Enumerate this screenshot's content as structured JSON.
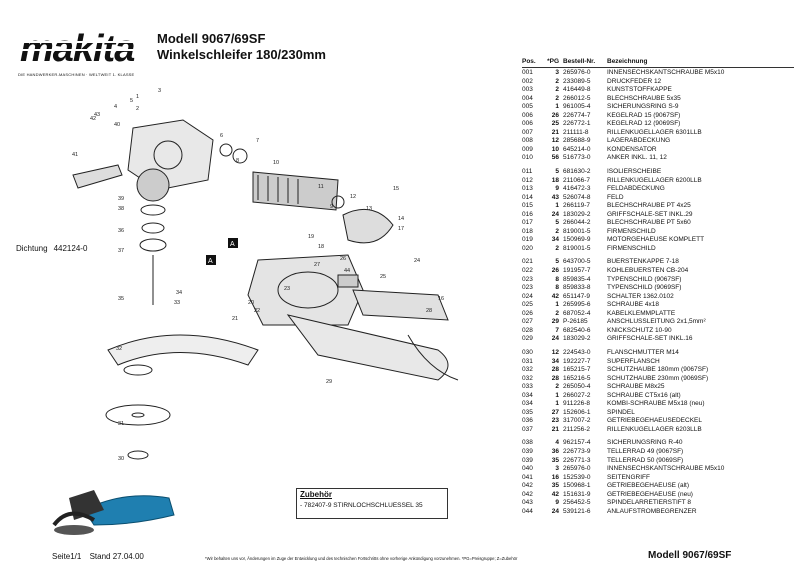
{
  "header": {
    "brand": "makita",
    "slogan": "DIE HANDWERKER-MASCHINEN · WELTWEIT 1. KLASSE",
    "model_title": "Modell 9067/69SF",
    "subtitle": "Winkelschleifer 180/230mm"
  },
  "table": {
    "headers": [
      "Pos.",
      "*PG",
      "Bestell-Nr.",
      "Bezeichnung"
    ],
    "rows": [
      [
        "001",
        "3",
        "265976-0",
        "INNENSECHSKANTSCHRAUBE M5x10"
      ],
      [
        "002",
        "2",
        "233089-5",
        "DRUCKFEDER 12"
      ],
      [
        "003",
        "2",
        "416449-8",
        "KUNSTSTOFFKAPPE"
      ],
      [
        "004",
        "2",
        "266012-5",
        "BLECHSCHRAUBE 5x35"
      ],
      [
        "005",
        "1",
        "961005-4",
        "SICHERUNGSRING S-9"
      ],
      [
        "006",
        "26",
        "226774-7",
        "KEGELRAD 15  (9067SF)"
      ],
      [
        "006",
        "25",
        "226772-1",
        "KEGELRAD 12  (9069SF)"
      ],
      [
        "007",
        "21",
        "211111-8",
        "RILLENKUGELLAGER 6301LLB"
      ],
      [
        "008",
        "12",
        "285688-9",
        "LAGERABDECKUNG"
      ],
      [
        "009",
        "10",
        "645214-0",
        "KONDENSATOR"
      ],
      [
        "010",
        "56",
        "516773-0",
        "ANKER INKL. 11, 12"
      ],
      [
        "011",
        "5",
        "681630-2",
        "ISOLIERSCHEIBE"
      ],
      [
        "012",
        "18",
        "211066-7",
        "RILLENKUGELLAGER 6200LLB"
      ],
      [
        "013",
        "9",
        "416472-3",
        "FELDABDECKUNG"
      ],
      [
        "014",
        "43",
        "526074-8",
        "FELD"
      ],
      [
        "015",
        "1",
        "266119-7",
        "BLECHSCHRAUBE PT 4x25"
      ],
      [
        "016",
        "24",
        "183029-2",
        "GRIFFSCHALE-SET INKL.29"
      ],
      [
        "017",
        "5",
        "266044-2",
        "BLECHSCHRAUBE PT 5x60"
      ],
      [
        "018",
        "2",
        "819001-5",
        "FIRMENSCHILD"
      ],
      [
        "019",
        "34",
        "150969-9",
        "MOTORGEHAEUSE KOMPLETT"
      ],
      [
        "020",
        "2",
        "819001-5",
        "FIRMENSCHILD"
      ],
      [
        "021",
        "5",
        "643700-5",
        "BUERSTENKAPPE 7-18"
      ],
      [
        "022",
        "26",
        "191957-7",
        "KOHLEBUERSTEN CB-204"
      ],
      [
        "023",
        "8",
        "859835-4",
        "TYPENSCHILD  (9067SF)"
      ],
      [
        "023",
        "8",
        "859833-8",
        "TYPENSCHILD  (9069SF)"
      ],
      [
        "024",
        "42",
        "651147-9",
        "SCHALTER 1362.0102"
      ],
      [
        "025",
        "1",
        "265995-6",
        "SCHRAUBE 4x18"
      ],
      [
        "026",
        "2",
        "687052-4",
        "KABELKLEMMPLATTE"
      ],
      [
        "027",
        "29",
        "P-26185",
        "ANSCHLUSSLEITUNG 2x1,5mm²"
      ],
      [
        "028",
        "7",
        "682540-6",
        "KNICKSCHUTZ 10-90"
      ],
      [
        "029",
        "24",
        "183029-2",
        "GRIFFSCHALE-SET INKL.16"
      ],
      [
        "030",
        "12",
        "224543-0",
        "FLANSCHMUTTER M14"
      ],
      [
        "031",
        "34",
        "192227-7",
        "SUPERFLANSCH"
      ],
      [
        "032",
        "28",
        "165215-7",
        "SCHUTZHAUBE 180mm  (9067SF)"
      ],
      [
        "032",
        "28",
        "165216-5",
        "SCHUTZHAUBE 230mm  (9069SF)"
      ],
      [
        "033",
        "2",
        "265050-4",
        "SCHRAUBE M8x25"
      ],
      [
        "034",
        "1",
        "266027-2",
        "SCHRAUBE CT5x16 (alt)"
      ],
      [
        "034",
        "1",
        "911226-8",
        "KOMBI-SCHRAUBE M5x18 (neu)"
      ],
      [
        "035",
        "27",
        "152606-1",
        "SPINDEL"
      ],
      [
        "036",
        "23",
        "317007-2",
        "GETRIEBEGEHAEUSEDECKEL"
      ],
      [
        "037",
        "21",
        "211256-2",
        "RILLENKUGELLAGER 6203LLB"
      ],
      [
        "038",
        "4",
        "962157-4",
        "SICHERUNGSRING R-40"
      ],
      [
        "039",
        "36",
        "226773-9",
        "TELLERRAD 49  (9067SF)"
      ],
      [
        "039",
        "35",
        "226771-3",
        "TELLERRAD 50  (9069SF)"
      ],
      [
        "040",
        "3",
        "265976-0",
        "INNENSECHSKANTSCHRAUBE M5x10"
      ],
      [
        "041",
        "16",
        "152539-0",
        "SEITENGRIFF"
      ],
      [
        "042",
        "35",
        "150968-1",
        "GETRIEBEGEHAEUSE (alt)"
      ],
      [
        "042",
        "42",
        "151631-9",
        "GETRIEBEGEHAEUSE (neu)"
      ],
      [
        "043",
        "9",
        "256452-5",
        "SPINDELARRETIERSTIFT 8"
      ],
      [
        "044",
        "24",
        "539121-6",
        "ANLAUFSTROMBEGRENZER"
      ]
    ]
  },
  "seal_note": {
    "label": "Dichtung",
    "number": "442124-0"
  },
  "accessories": {
    "title": "Zubehör",
    "item": "- 782407-9  STIRNLOCHSCHLUESSEL 35"
  },
  "footer": {
    "page": "Seite1/1",
    "date": "Stand 27.04.00",
    "disclaimer": "*Wir behalten uns vor, Änderungen im Zuge der Entwicklung und des technischen Fortschritts ohne vorherige Ankündigung vorzunehmen. *PG=Preisgruppe; Z=Zubehör",
    "model": "Modell 9067/69SF"
  },
  "diagram_labels": {
    "callouts": [
      "1",
      "2",
      "3",
      "4",
      "5",
      "6",
      "7",
      "8",
      "9",
      "10",
      "11",
      "12",
      "13",
      "14",
      "15",
      "16",
      "17",
      "18",
      "19",
      "20",
      "21",
      "22",
      "23",
      "24",
      "25",
      "26",
      "27",
      "28",
      "29",
      "30",
      "31",
      "32",
      "33",
      "34",
      "35",
      "36",
      "37",
      "38",
      "39",
      "40",
      "41",
      "42",
      "43",
      "44"
    ],
    "marker": "A"
  },
  "colors": {
    "ink": "#111111",
    "machine_blue": "#1f7fb0"
  }
}
